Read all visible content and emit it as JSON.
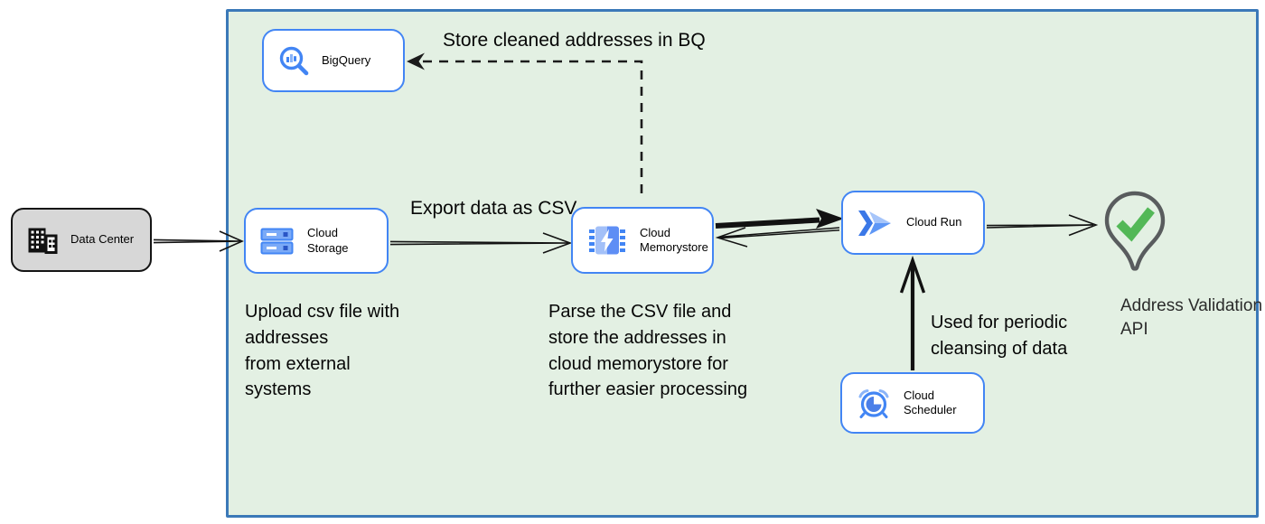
{
  "colors": {
    "boundary_fill": "#e3f0e3",
    "boundary_border": "#3b79b8",
    "node_border_blue": "#4285f4",
    "datacenter_fill": "#d7d7d7",
    "arrow_black": "#121212",
    "icon_blue": "#4285f4",
    "icon_blue_light": "#8ab4f8",
    "check_green": "#53b857",
    "pin_gray": "#595c5e"
  },
  "nodes": {
    "data_center": {
      "label": "Data Center",
      "icon": "building-icon"
    },
    "bigquery": {
      "label": "BigQuery",
      "icon": "bigquery-magnifier-icon"
    },
    "cloud_storage": {
      "label": "Cloud Storage",
      "icon": "cloud-storage-buckets-icon"
    },
    "cloud_memorystore": {
      "label": "Cloud Memorystore",
      "icon": "memorystore-chip-icon"
    },
    "cloud_run": {
      "label": "Cloud Run",
      "icon": "cloud-run-chevrons-icon"
    },
    "cloud_scheduler": {
      "label": "Cloud Scheduler",
      "icon": "scheduler-alarm-clock-icon"
    },
    "address_validation": {
      "label": "Address Validation\nAPI",
      "icon": "map-pin-check-icon"
    }
  },
  "annotations": {
    "store_bq": "Store cleaned addresses in BQ",
    "export_csv": "Export data as CSV",
    "upload_note": "Upload csv file with\naddresses\nfrom external\nsystems",
    "parse_note": "Parse the CSV file and\nstore the addresses in\ncloud  memorystore for\nfurther easier processing",
    "periodic_note": "Used for periodic\ncleansing of data"
  }
}
